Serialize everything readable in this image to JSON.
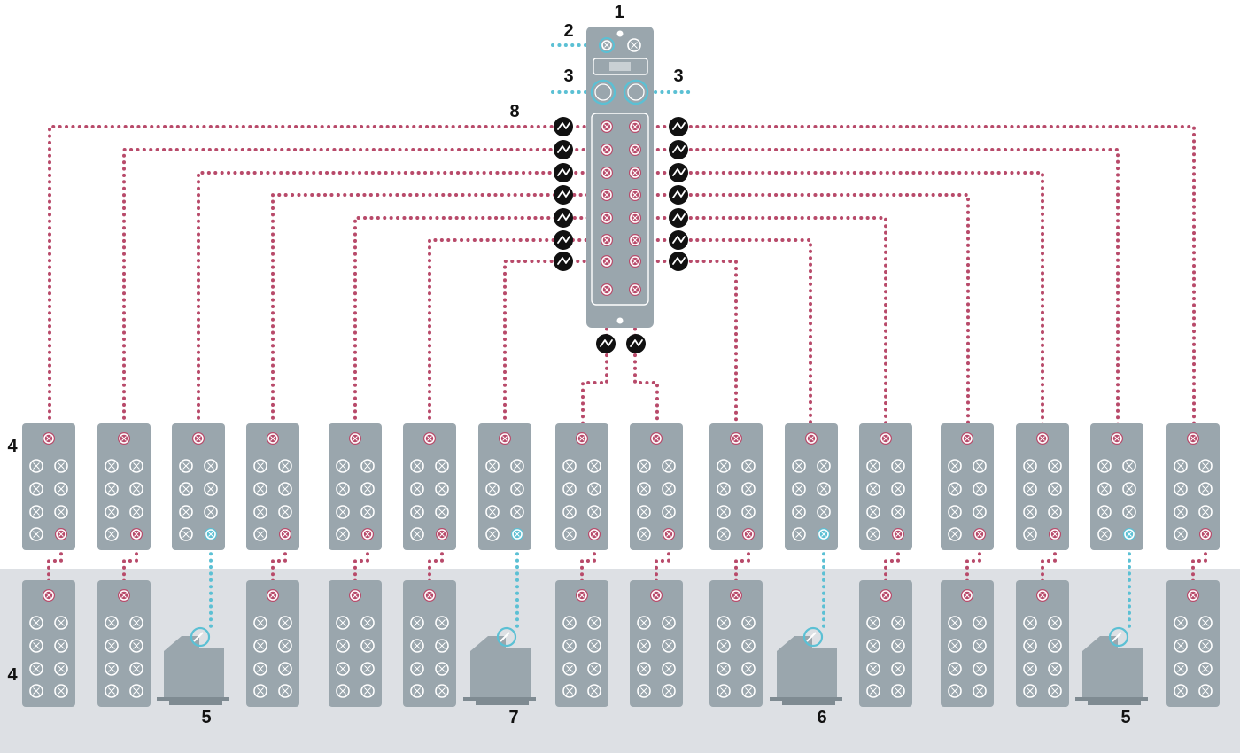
{
  "colors": {
    "background": "#ffffff",
    "floor": "#dde0e4",
    "module": "#9aa6ad",
    "module_dark": "#7f8b92",
    "port_ring": "#ffffff",
    "io_link_line": "#b84a6a",
    "io_link_port": "#b84a6a",
    "fieldbus_line": "#5bc0d4",
    "hub_inner": "#a9b4ba",
    "symbol_fill": "#111111"
  },
  "icons": {
    "io_link_symbol": "io-link-wave-icon",
    "port": "m12-port-icon"
  },
  "labels": {
    "master": "1",
    "power_port": "2",
    "ethernet_left": "3",
    "ethernet_right": "3",
    "io_link_ports": "8",
    "hub_row_top": "4",
    "hub_row_bottom": "4",
    "device_a": "5",
    "device_b": "7",
    "device_c": "6",
    "device_d": "5"
  }
}
